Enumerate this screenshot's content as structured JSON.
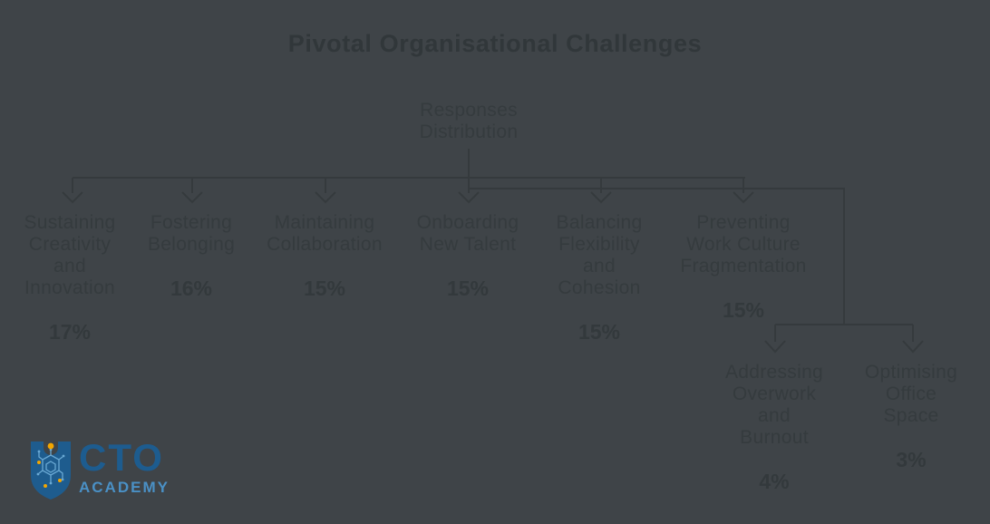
{
  "title": "Pivotal Organisational Challenges",
  "diagram": {
    "root_label": "Responses\nDistribution",
    "nodes": [
      {
        "label": "Sustaining\nCreativity\nand\nInnovation",
        "value": "17%"
      },
      {
        "label": "Fostering\nBelonging",
        "value": "16%"
      },
      {
        "label": "Maintaining\nCollaboration",
        "value": "15%"
      },
      {
        "label": "Onboarding\nNew Talent",
        "value": "15%"
      },
      {
        "label": "Balancing\nFlexibility\nand\nCohesion",
        "value": "15%"
      },
      {
        "label": "Preventing\nWork Culture\nFragmentation",
        "value": "15%"
      },
      {
        "label": "Addressing\nOverwork\nand\nBurnout",
        "value": "4%"
      },
      {
        "label": "Optimising\nOffice\nSpace",
        "value": "3%"
      }
    ]
  },
  "logo": {
    "title": "CTO",
    "subtitle": "ACADEMY"
  },
  "colors": {
    "background": "#3f4448",
    "title_text": "#31373a",
    "node_text": "#353b3e",
    "percent_text": "#33393c",
    "line": "#353a3d",
    "logo_dark_blue": "#1d5c8f",
    "logo_light_blue": "#4a90c5",
    "logo_circuit_blue": "#6aa9d4",
    "logo_accent_orange": "#f3a600"
  }
}
